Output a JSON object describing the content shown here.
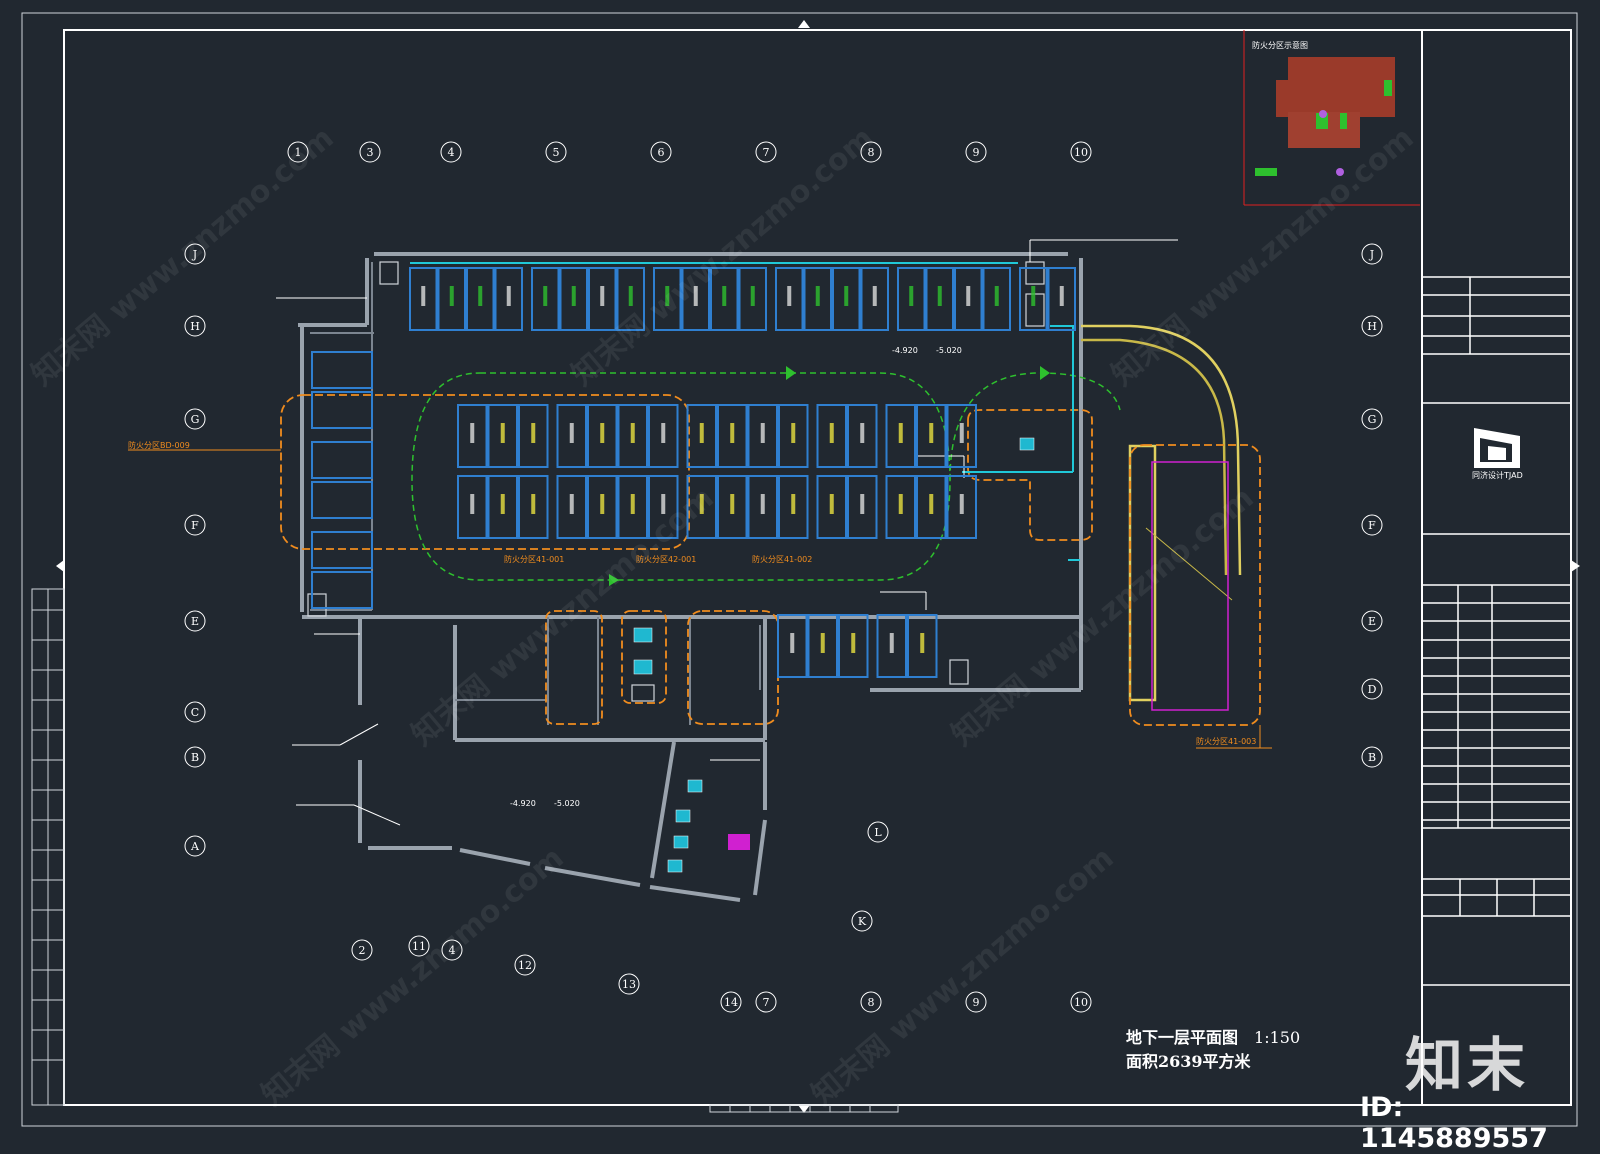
{
  "drawing": {
    "title": "地下一层平面图",
    "scale": "1:150",
    "area": "面积2639平方米"
  },
  "colors": {
    "background": "#212830",
    "wall": "#9aa3ad",
    "parking": "#2f7fd0",
    "fire_zone": "#f08c1e",
    "lane": "#2ec02e",
    "ramp": "#e0d060",
    "pipe": "#20c8d8",
    "magenta": "#d020d0",
    "frame": "#ffffff"
  },
  "grid_labels": {
    "top": [
      "1",
      "3",
      "4",
      "5",
      "6",
      "7",
      "8",
      "9",
      "10"
    ],
    "bottom": [
      "2",
      "11",
      "4",
      "12",
      "13",
      "14",
      "7",
      "8",
      "9",
      "10"
    ],
    "left": [
      "J",
      "H",
      "G",
      "F",
      "E",
      "C",
      "B",
      "A"
    ],
    "right": [
      "J",
      "H",
      "G",
      "F",
      "E",
      "D",
      "B"
    ],
    "interior": [
      "L",
      "K"
    ]
  },
  "fire_zone_labels": [
    "防火分区BD-009",
    "防火分区41-001",
    "防火分区42-001",
    "防火分区41-002",
    "防火分区41-003"
  ],
  "elevation_labels": [
    "-4.920",
    "-5.020"
  ],
  "inset_title": "防火分区示意图",
  "logo_text": "同济设计TJAD",
  "brand": "知末",
  "id_tag": "ID: 1145889557",
  "watermark": "知末网 www.znzmo.com"
}
